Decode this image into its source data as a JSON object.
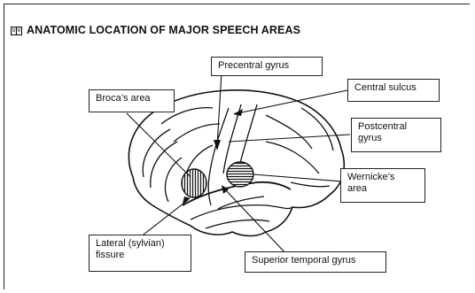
{
  "title": "ANATOMIC LOCATION OF MAJOR SPEECH AREAS",
  "icon": "book-icon",
  "labels": {
    "precentral": "Precentral gyrus",
    "central": "Central sulcus",
    "broca": "Broca’s area",
    "postcentral_1": "Postcentral",
    "postcentral_2": "gyrus",
    "wernicke_1": "Wernicke’s",
    "wernicke_2": "area",
    "lateral_1": "Lateral (sylvian)",
    "lateral_2": "fissure",
    "superior": "Superior temporal gyrus"
  }
}
